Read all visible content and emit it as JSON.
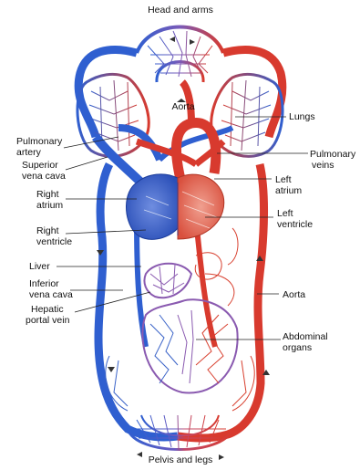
{
  "labels": {
    "head_and_arms": "Head and arms",
    "aorta_top": "Aorta",
    "lungs": "Lungs",
    "pulmonary_artery_1": "Pulmonary",
    "pulmonary_artery_2": "artery",
    "superior_vena_cava_1": "Superior",
    "superior_vena_cava_2": "vena cava",
    "pulmonary_veins_1": "Pulmonary",
    "pulmonary_veins_2": "veins",
    "left_atrium_1": "Left",
    "left_atrium_2": "atrium",
    "right_atrium_1": "Right",
    "right_atrium_2": "atrium",
    "left_ventricle_1": "Left",
    "left_ventricle_2": "ventricle",
    "right_ventricle_1": "Right",
    "right_ventricle_2": "ventricle",
    "liver": "Liver",
    "inferior_vena_cava_1": "Inferior",
    "inferior_vena_cava_2": "vena cava",
    "hepatic_portal_vein_1": "Hepatic",
    "hepatic_portal_vein_2": "portal vein",
    "aorta_side": "Aorta",
    "abdominal_organs_1": "Abdominal",
    "abdominal_organs_2": "organs",
    "pelvis_and_legs": "Pelvis and legs"
  },
  "colors": {
    "deoxygenated": "#2f5fd0",
    "oxygenated": "#d83a2e",
    "mixed": "#8a5ab0"
  }
}
